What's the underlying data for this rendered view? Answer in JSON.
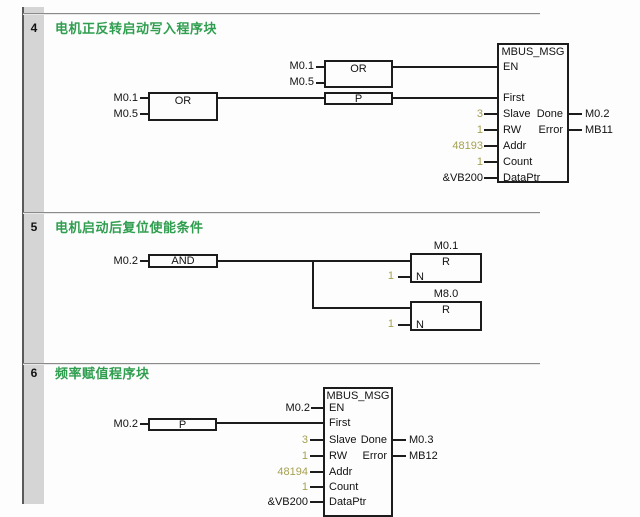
{
  "colors": {
    "comment_green": "#2f9e4f",
    "constant_olive": "#a5a150"
  },
  "net4": {
    "number": "4",
    "comment": "电机正反转启动写入程序块",
    "or_left": {
      "title": "OR",
      "in1": "M0.1",
      "in2": "M0.5"
    },
    "or_top": {
      "title": "OR",
      "in1": "M0.1",
      "in2": "M0.5"
    },
    "p_block": {
      "title": "P"
    },
    "mbus": {
      "title": "MBUS_MSG",
      "pin_en": "EN",
      "pin_first": "First",
      "pin_slave": "Slave",
      "pin_rw": "RW",
      "pin_addr": "Addr",
      "pin_count": "Count",
      "pin_dataptr": "DataPtr",
      "pin_done": "Done",
      "pin_error": "Error",
      "val_slave": "3",
      "val_rw": "1",
      "val_addr": "48193",
      "val_count": "1",
      "val_dataptr": "&VB200",
      "out_done": "M0.2",
      "out_error": "MB11"
    }
  },
  "net5": {
    "number": "5",
    "comment": "电机启动后复位使能条件",
    "in_operand": "M0.2",
    "and_block": {
      "title": "AND"
    },
    "r1": {
      "operand": "M0.1",
      "title": "R",
      "pin_n": "N",
      "val_n": "1"
    },
    "r2": {
      "operand": "M8.0",
      "title": "R",
      "pin_n": "N",
      "val_n": "1"
    }
  },
  "net6": {
    "number": "6",
    "comment": "频率赋值程序块",
    "en_operand": "M0.2",
    "p_operand": "M0.2",
    "p_block": {
      "title": "P"
    },
    "mbus": {
      "title": "MBUS_MSG",
      "pin_en": "EN",
      "pin_first": "First",
      "pin_slave": "Slave",
      "pin_rw": "RW",
      "pin_addr": "Addr",
      "pin_count": "Count",
      "pin_dataptr": "DataPtr",
      "pin_done": "Done",
      "pin_error": "Error",
      "val_slave": "3",
      "val_rw": "1",
      "val_addr": "48194",
      "val_count": "1",
      "val_dataptr": "&VB200",
      "out_done": "M0.3",
      "out_error": "MB12"
    }
  }
}
